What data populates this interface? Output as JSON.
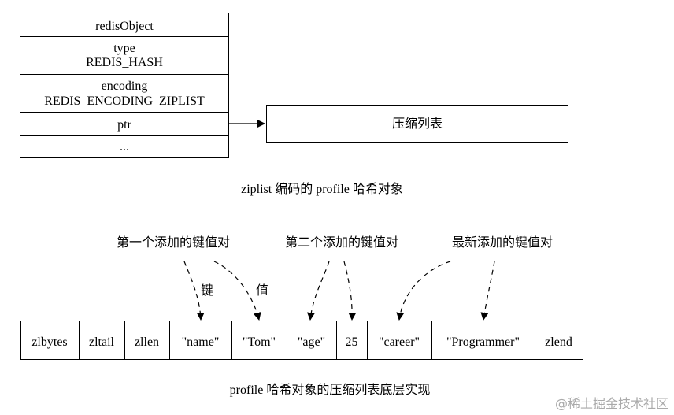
{
  "redis_object": {
    "header": "redisObject",
    "type_label": "type",
    "type_value": "REDIS_HASH",
    "encoding_label": "encoding",
    "encoding_value": "REDIS_ENCODING_ZIPLIST",
    "ptr": "ptr",
    "more": "..."
  },
  "ziplist_box": "压缩列表",
  "caption_top": "ziplist 编码的 profile 哈希对象",
  "annotations": {
    "first_pair": "第一个添加的键值对",
    "second_pair": "第二个添加的键值对",
    "newest_pair": "最新添加的键值对",
    "key": "键",
    "value": "值"
  },
  "ziplist_cells": [
    "zlbytes",
    "zltail",
    "zllen",
    "\"name\"",
    "\"Tom\"",
    "\"age\"",
    "25",
    "\"career\"",
    "\"Programmer\"",
    "zlend"
  ],
  "caption_bottom": "profile 哈希对象的压缩列表底层实现",
  "watermark": "@稀土掘金技术社区"
}
